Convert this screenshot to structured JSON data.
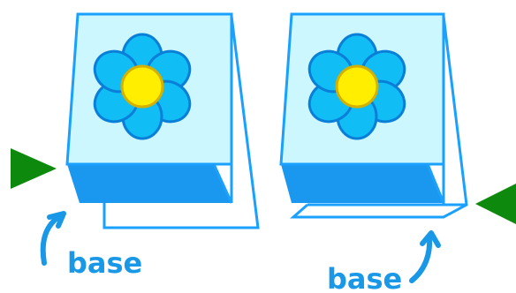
{
  "colors": {
    "stroke": "#1aa0ff",
    "panel_fill": "#ccf7ff",
    "base_band": "#1a98f0",
    "petal": "#11bdf5",
    "petal_outline": "#0a7fd8",
    "center": "#ffee00",
    "center_outline": "#d4b000",
    "marker": "#0d8a0d",
    "label": "#1a98e8"
  },
  "icons": {
    "left_marker": "play-triangle-right",
    "right_marker": "play-triangle-left",
    "pointer": "curved-arrow-up"
  },
  "left_figure": {
    "label": "base"
  },
  "right_figure": {
    "label": "base"
  }
}
